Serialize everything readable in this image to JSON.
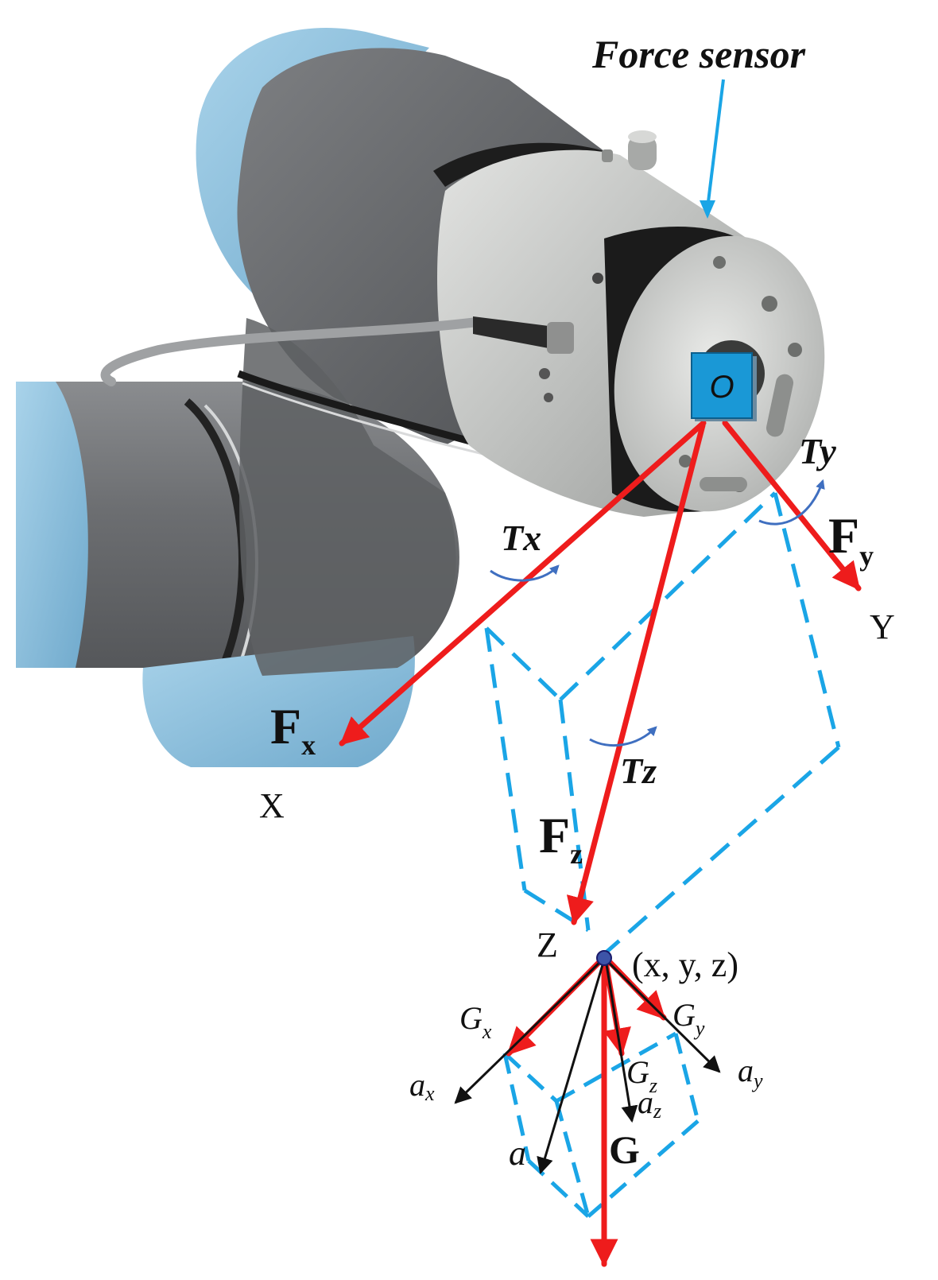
{
  "labels": {
    "sensor": "Force sensor",
    "origin": "O",
    "tx": "Tx",
    "ty": "Ty",
    "tz": "Tz",
    "fx_main": "F",
    "fx_sub": "x",
    "fy_main": "F",
    "fy_sub": "y",
    "fz_main": "F",
    "fz_sub": "z",
    "axis_x": "X",
    "axis_y": "Y",
    "axis_z": "Z",
    "point": "(x, y, z)",
    "gx_main": "G",
    "gx_sub": "x",
    "gy_main": "G",
    "gy_sub": "y",
    "gz_main": "G",
    "gz_sub": "z",
    "g": "G",
    "ax": "a",
    "ax_sub": "x",
    "ay": "a",
    "ay_sub": "y",
    "az": "a",
    "az_sub": "z",
    "a": "a"
  },
  "colors": {
    "force_arrow": "#ee1c1c",
    "dashed_box": "#1aa5e6",
    "sensor_pointer": "#1aa5e6",
    "torque_arc": "#3f6fc0",
    "origin_box": "#1a98d6",
    "arm_gray": "#6e7073",
    "arm_blue": "#8fc3e0",
    "sensor_silver": "#c9cbc9",
    "text": "#111111"
  }
}
